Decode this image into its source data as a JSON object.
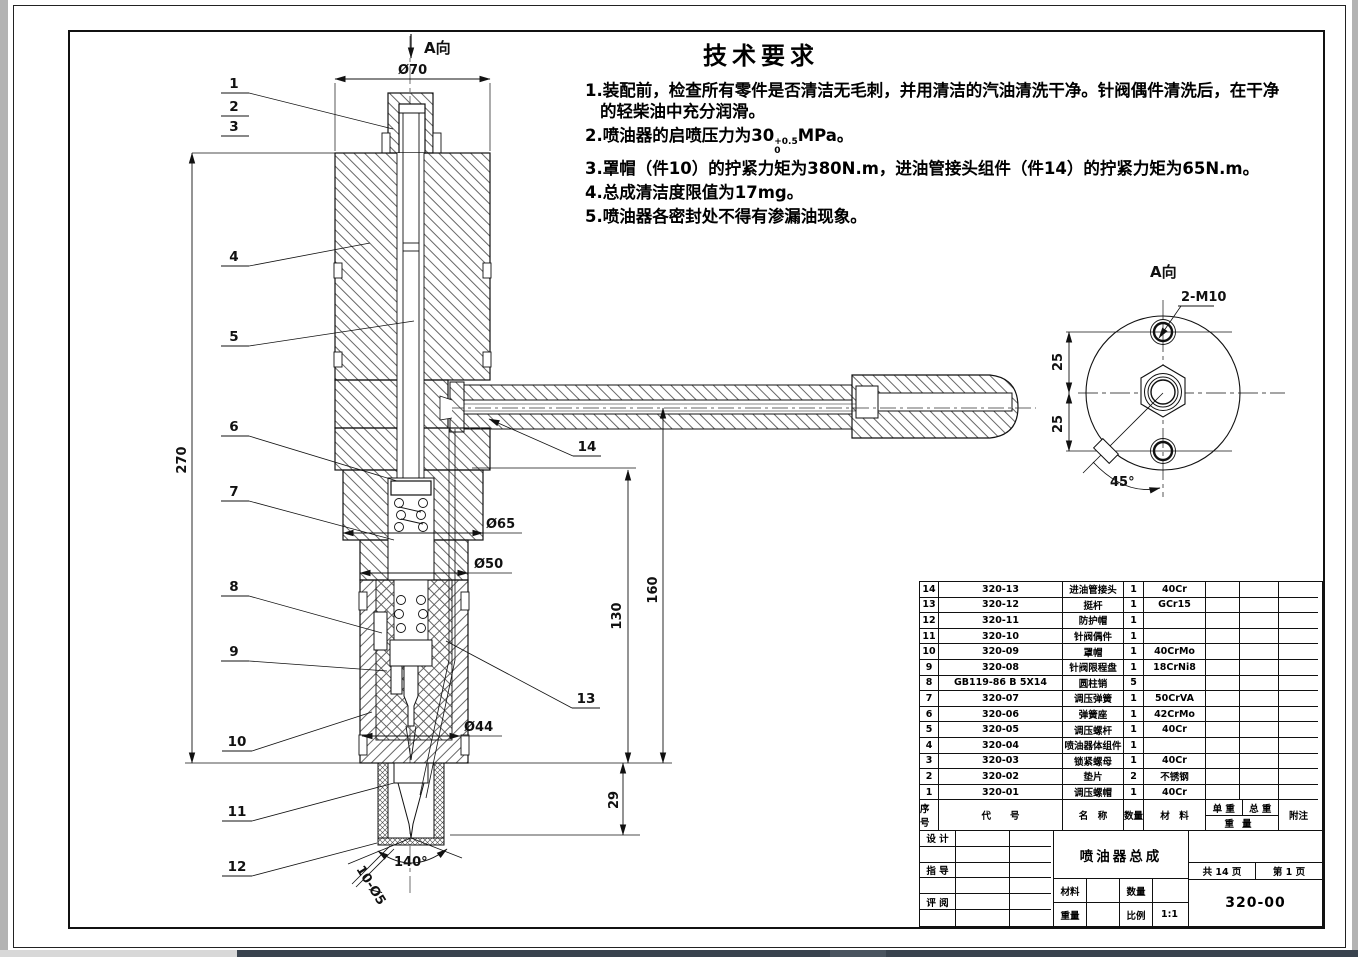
{
  "tech_requirements": {
    "title": "技术要求",
    "item1_line1": "1.装配前，检查所有零件是否清洁无毛刺，并用清洁的汽油清洗干净。针阀偶件清洗后，在干净",
    "item1_line2": "的轻柴油中充分润滑。",
    "item2_prefix": "2.喷油器的启喷压力为",
    "item2_value": "30",
    "item2_tol_sup": "+0.5",
    "item2_tol_sub": "0",
    "item2_suffix": "MPa。",
    "item3": "3.罩帽（件10）的拧紧力矩为380N.m，进油管接头组件（件14）的拧紧力矩为65N.m。",
    "item4": "4.总成清洁度限值为17mg。",
    "item5": "5.喷油器各密封处不得有渗漏油现象。"
  },
  "main_view": {
    "view_arrow_label": "A向",
    "balloons": [
      "1",
      "2",
      "3",
      "4",
      "5",
      "6",
      "7",
      "8",
      "9",
      "10",
      "11",
      "12",
      "13",
      "14"
    ],
    "dims": {
      "d70": "Ø70",
      "d270": "270",
      "d65": "Ø65",
      "d50": "Ø50",
      "d44": "Ø44",
      "d130": "130",
      "d160": "160",
      "d29": "29",
      "angle": "140°",
      "spray_holes": "10-Ø5"
    }
  },
  "view_a": {
    "title": "A向",
    "thread_note": "2-M10",
    "dim_25_top": "25",
    "dim_25_bottom": "25",
    "angle_45": "45°"
  },
  "bom": {
    "headers": {
      "seq": "序号",
      "code": "代　　号",
      "name": "名　称",
      "qty": "数量",
      "material": "材　料",
      "unit_weight": "单 重",
      "total_weight": "总 重",
      "weight": "重量",
      "note": "附注"
    },
    "rows": [
      {
        "seq": "14",
        "code": "320-13",
        "name": "进油管接头",
        "qty": "1",
        "material": "40Cr"
      },
      {
        "seq": "13",
        "code": "320-12",
        "name": "挺杆",
        "qty": "1",
        "material": "GCr15"
      },
      {
        "seq": "12",
        "code": "320-11",
        "name": "防护帽",
        "qty": "1",
        "material": ""
      },
      {
        "seq": "11",
        "code": "320-10",
        "name": "针阀偶件",
        "qty": "1",
        "material": ""
      },
      {
        "seq": "10",
        "code": "320-09",
        "name": "罩帽",
        "qty": "1",
        "material": "40CrMo"
      },
      {
        "seq": "9",
        "code": "320-08",
        "name": "针阀限程盘",
        "qty": "1",
        "material": "18CrNi8"
      },
      {
        "seq": "8",
        "code": "GB119-86 B 5X14",
        "name": "圆柱销",
        "qty": "5",
        "material": ""
      },
      {
        "seq": "7",
        "code": "320-07",
        "name": "调压弹簧",
        "qty": "1",
        "material": "50CrVA"
      },
      {
        "seq": "6",
        "code": "320-06",
        "name": "弹簧座",
        "qty": "1",
        "material": "42CrMo"
      },
      {
        "seq": "5",
        "code": "320-05",
        "name": "调压螺杆",
        "qty": "1",
        "material": "40Cr"
      },
      {
        "seq": "4",
        "code": "320-04",
        "name": "喷油器体组件",
        "qty": "1",
        "material": ""
      },
      {
        "seq": "3",
        "code": "320-03",
        "name": "锁紧螺母",
        "qty": "1",
        "material": "40Cr"
      },
      {
        "seq": "2",
        "code": "320-02",
        "name": "垫片",
        "qty": "2",
        "material": "不锈钢"
      },
      {
        "seq": "1",
        "code": "320-01",
        "name": "调压螺帽",
        "qty": "1",
        "material": "40Cr"
      }
    ]
  },
  "title_block": {
    "design_label": "设 计",
    "advisor_label": "指 导",
    "review_label": "评 阅",
    "title": "喷油器总成",
    "material_label": "材料",
    "qty_label": "数量",
    "weight_label": "重量",
    "scale_label": "比例",
    "scale_value": "1:1",
    "pages_total": "共  14  页",
    "pages_current": "第  1  页",
    "drawing_no": "320-00"
  }
}
